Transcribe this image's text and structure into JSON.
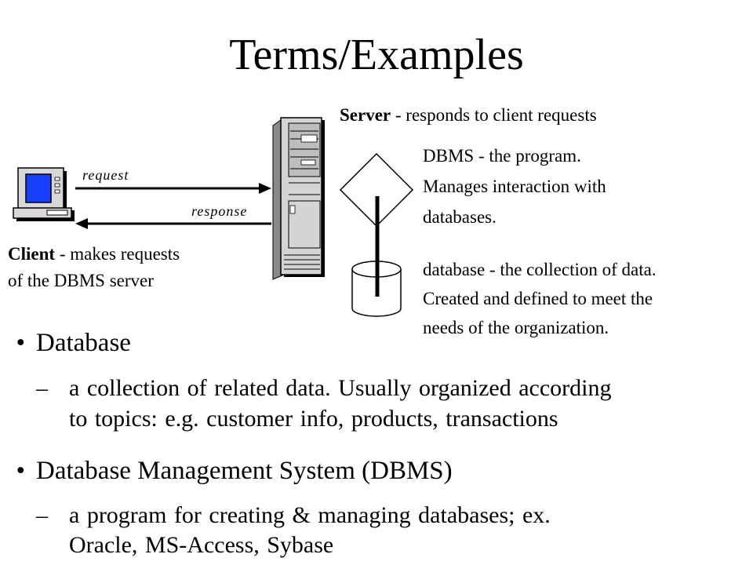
{
  "slide": {
    "title": "Terms/Examples"
  },
  "diagram": {
    "request_label": "request",
    "response_label": "response",
    "client": {
      "name": "Client",
      "desc_line1": " - makes requests",
      "desc_line2": "of the DBMS server"
    },
    "server": {
      "name": "Server",
      "desc": " - responds to client requests"
    },
    "dbms": [
      "DBMS - the program.",
      "Manages interaction with",
      "databases."
    ],
    "database": [
      "database - the collection of data.",
      "Created and defined to meet the",
      "needs of the organization."
    ]
  },
  "bullets": [
    {
      "heading": "Database",
      "sub_lines": [
        "a collection of related data.  Usually organized according",
        "to topics: e.g. customer info, products, transactions"
      ]
    },
    {
      "heading": "Database Management System (DBMS)",
      "sub_lines": [
        "a program for creating & managing databases; ex.",
        "Oracle, MS-Access, Sybase"
      ]
    }
  ]
}
